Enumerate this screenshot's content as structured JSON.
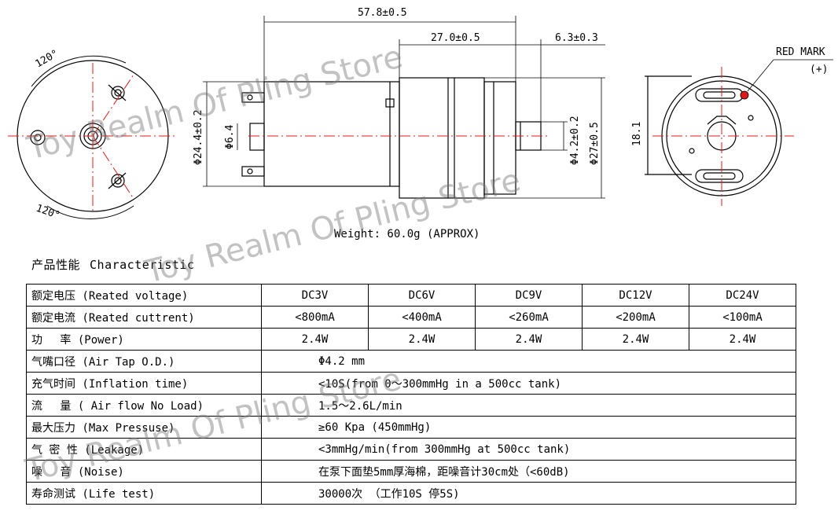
{
  "drawing": {
    "dim_overall": "57.8±0.5",
    "dim_gearbox": "27.0±0.5",
    "dim_shaft": "6.3±0.3",
    "dim_motor_dia": "Φ24.4±0.2",
    "dim_nozzle_inner": "Φ6.4",
    "dim_nozzle": "Φ4.2±0.2",
    "dim_pump_dia": "Φ27±0.5",
    "dim_back_height": "18.1",
    "angle_top": "120°",
    "angle_bottom": "120°",
    "red_mark_label": "RED MARK",
    "red_mark_polarity": "(+)",
    "accent_color": "#e01818"
  },
  "weight": "Weight: 60.0g (APPROX)",
  "section": {
    "title_cn": "产品性能",
    "title_en": "Characteristic"
  },
  "table": {
    "rows": [
      {
        "label": "额定电压 (Reated voltage)",
        "values": [
          "DC3V",
          "DC6V",
          "DC9V",
          "DC12V",
          "DC24V"
        ]
      },
      {
        "label": "额定电流 (Reated cuttrent)",
        "values": [
          "<800mA",
          "<400mA",
          "<260mA",
          "<200mA",
          "<100mA"
        ]
      },
      {
        "label": "功　 率 (Power)",
        "values": [
          "2.4W",
          "2.4W",
          "2.4W",
          "2.4W",
          "2.4W"
        ]
      },
      {
        "label": "气嘴口径 (Air Tap O.D.)",
        "wide": "Φ4.2 mm"
      },
      {
        "label": "充气时间 (Inflation time)",
        "wide": "<10S(from 0～300mmHg in a 500cc tank)"
      },
      {
        "label": "流　 量 ( Air flow No Load)",
        "wide": "1.5～2.6L/min"
      },
      {
        "label": "最大压力 (Max Pressuse)",
        "wide": "≥60 Kpa (450mmHg)"
      },
      {
        "label": "气 密 性 (Leakage)",
        "wide": "<3mmHg/min(from 300mmHg at 500cc tank)"
      },
      {
        "label": "噪　 音 (Noise)",
        "wide": "在泵下面垫5mm厚海棉，距噪音计30cm处（<60dB)"
      },
      {
        "label": "寿命测试 (Life test)",
        "wide": "30000次 （工作10S 停5S)"
      }
    ]
  },
  "watermark": "Toy Realm Of Pling Store"
}
